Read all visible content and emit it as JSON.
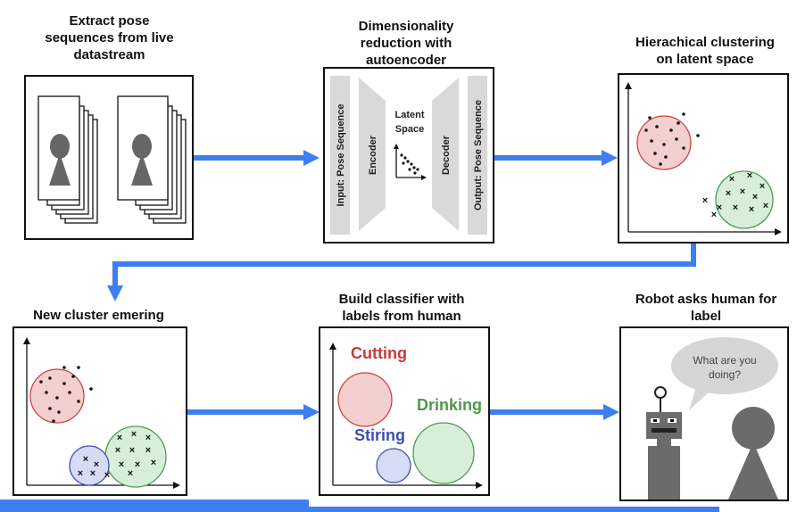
{
  "colors": {
    "arrow": "#3f7ef0",
    "cluster_red": "#f4cfcf",
    "cluster_red_stroke": "#c84545",
    "cluster_green": "#d8eed9",
    "cluster_green_stroke": "#4f9a55",
    "cluster_blue": "#d6dcf5",
    "cluster_blue_stroke": "#4652b3",
    "label_red": "#c53a3a",
    "label_green": "#4c9b47",
    "label_blue": "#3c4fb0",
    "gray": "#6b6b6b"
  },
  "steps": {
    "extract": {
      "title": "Extract pose\nsequences from live\ndatastream"
    },
    "reduce": {
      "title": "Dimensionality\nreduction with\nautoencoder",
      "input_label": "Input: Pose Sequence",
      "encoder_label": "Encoder",
      "latent_label_1": "Latent",
      "latent_label_2": "Space",
      "decoder_label": "Decoder",
      "output_label": "Output: Pose Sequence"
    },
    "cluster": {
      "title": "Hierachical clustering\non latent space"
    },
    "new_cluster": {
      "title": "New cluster emering"
    },
    "classifier": {
      "title": "Build classifier with\nlabels from human",
      "label_cutting": "Cutting",
      "label_drinking": "Drinking",
      "label_stiring": "Stiring"
    },
    "robot": {
      "title": "Robot asks human for\nlabel",
      "speech_line_1": "What are you",
      "speech_line_2": "doing?"
    }
  }
}
